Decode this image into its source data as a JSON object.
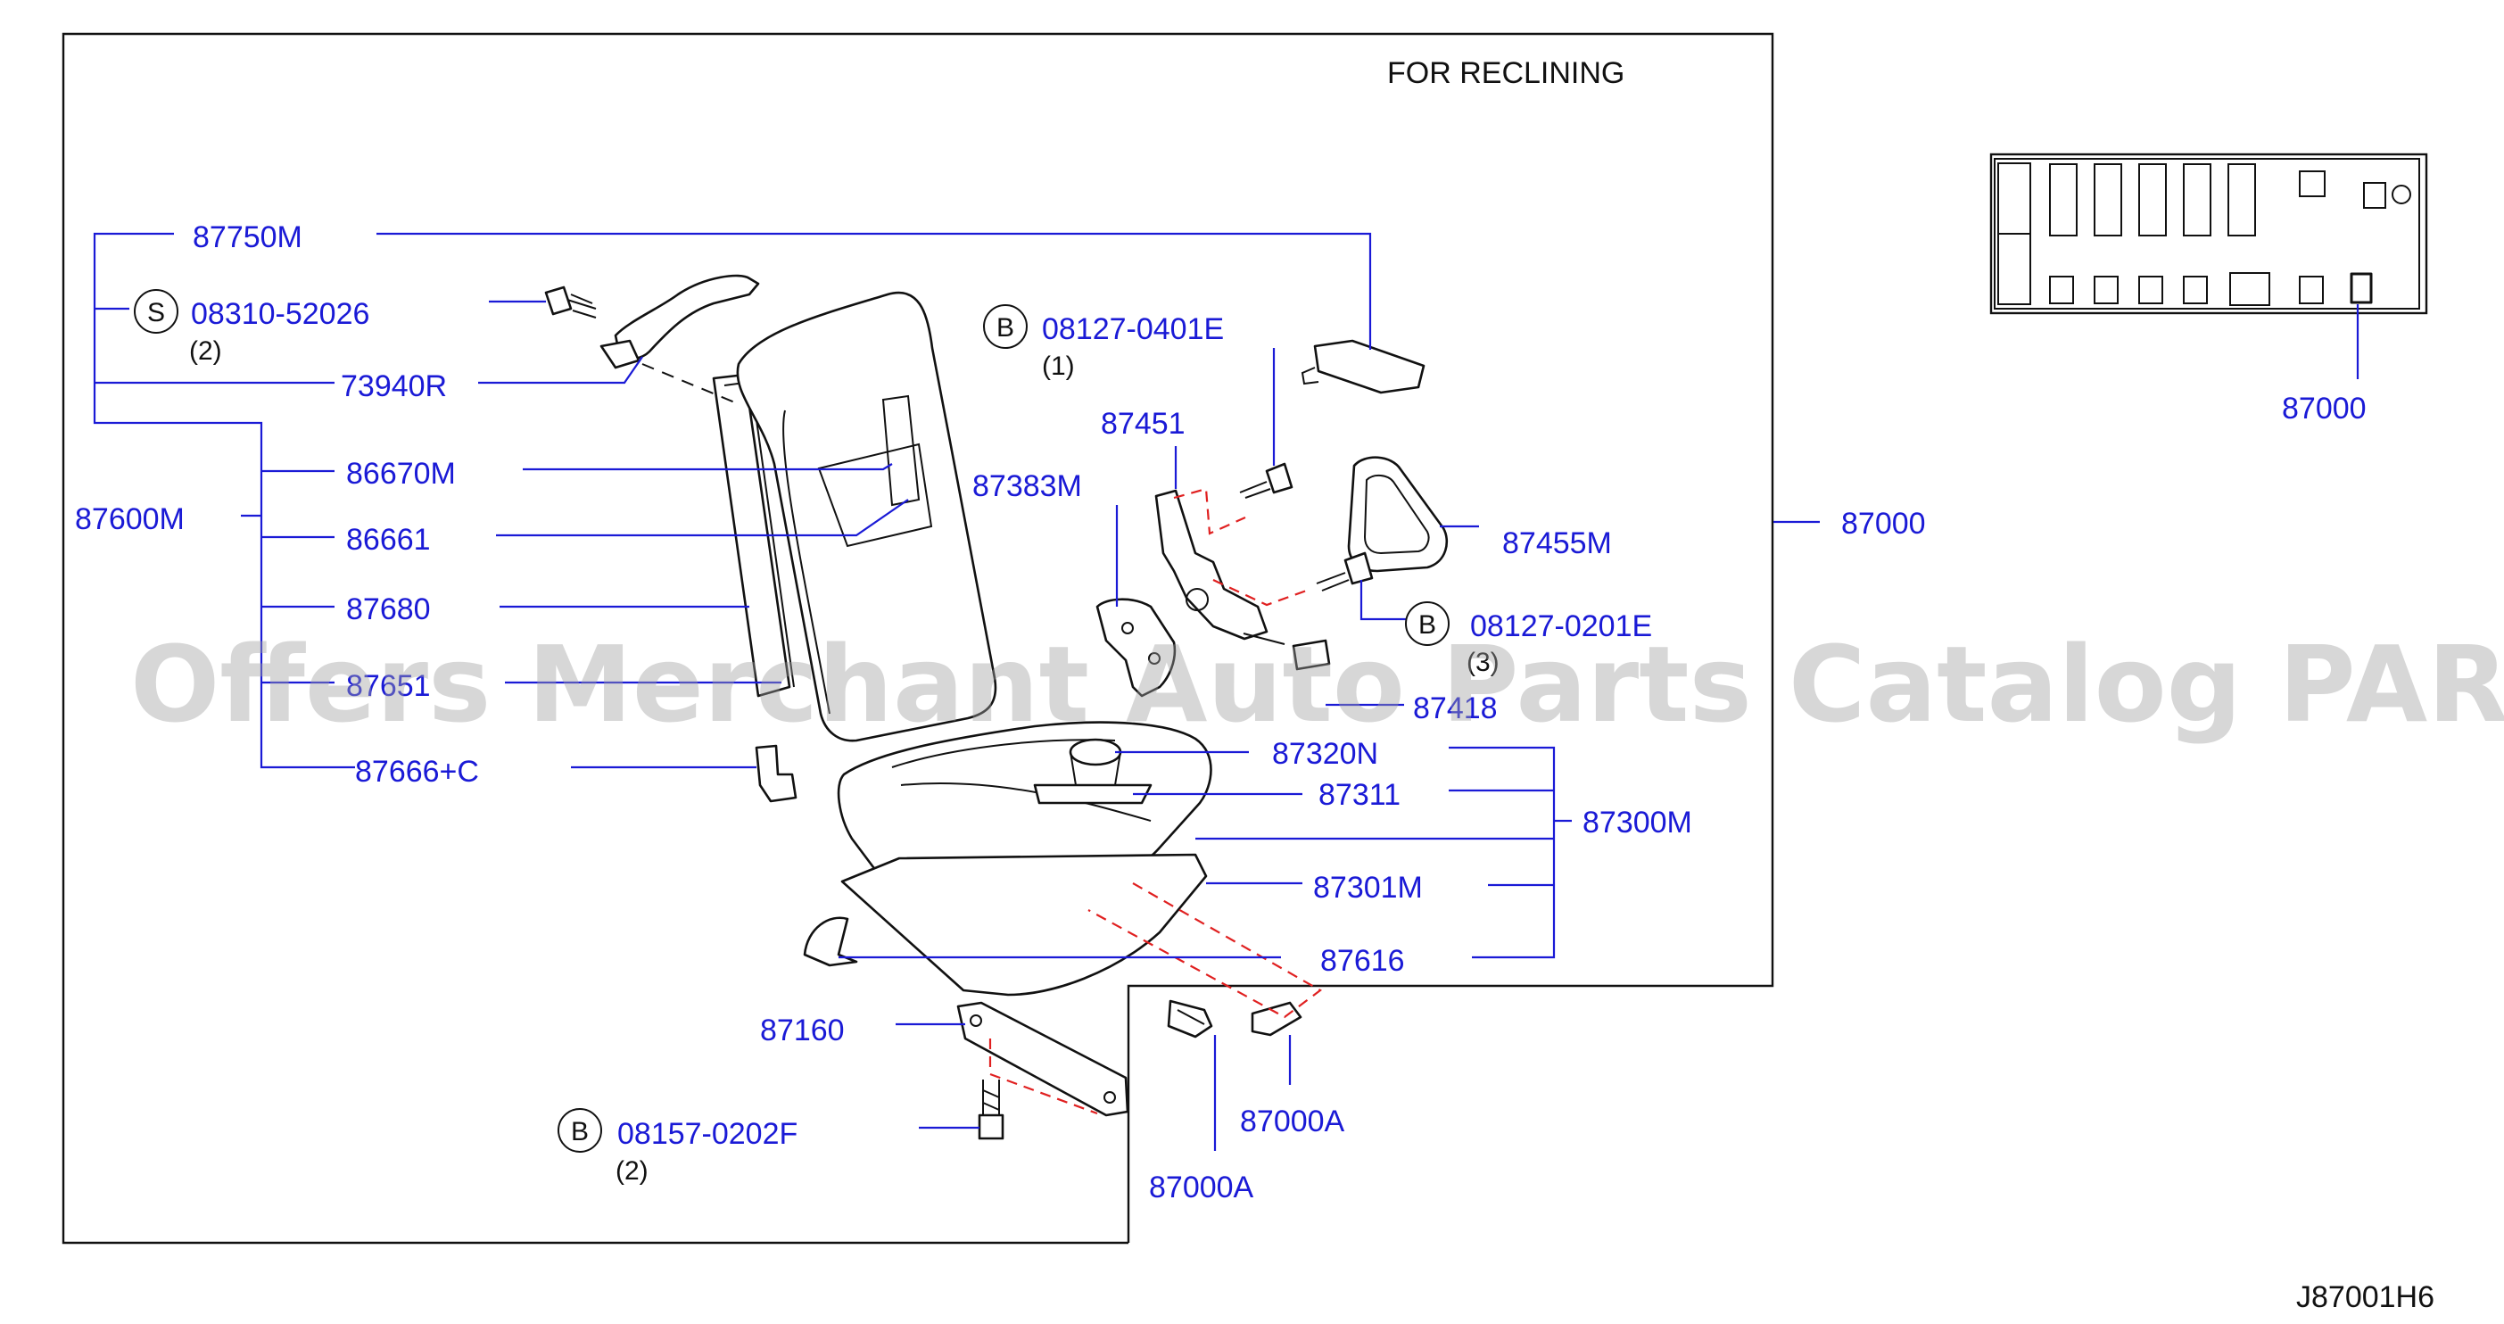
{
  "title": "FOR  RECLINING",
  "diagram_code": "J87001H6",
  "watermark": "Offers Merchant Auto Parts Catalog PARTSTORE.SA",
  "colors": {
    "label": "#1a1ad6",
    "leader": "#1a1ad6",
    "dashed_link": "#e02020",
    "outline": "#111111"
  },
  "parts": {
    "p87750M": "87750M",
    "p08310_52026": "08310-52026",
    "q08310": "(2)",
    "p73940R": "73940R",
    "p87600M": "87600M",
    "p86670M": "86670M",
    "p86661": "86661",
    "p87680": "87680",
    "p87651": "87651",
    "p87666C": "87666+C",
    "p08127_0401E": "08127-0401E",
    "q0401": "(1)",
    "p87451": "87451",
    "p87383M": "87383M",
    "p87455M": "87455M",
    "p87000_main": "87000",
    "p08127_0201E": "08127-0201E",
    "q0201": "(3)",
    "p87418": "87418",
    "p87320N": "87320N",
    "p87311": "87311",
    "p87300M": "87300M",
    "p87301M": "87301M",
    "p87616": "87616",
    "p87160": "87160",
    "p08157_0202F": "08157-0202F",
    "q0202": "(2)",
    "p87000A_1": "87000A",
    "p87000A_2": "87000A",
    "p87000_inset": "87000"
  },
  "circle_marks": {
    "s": "S",
    "b1": "B",
    "b2": "B",
    "b3": "B"
  }
}
